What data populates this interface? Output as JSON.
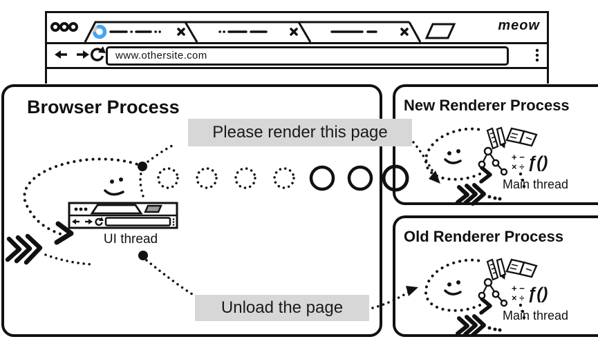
{
  "colors": {
    "ink": "#111111",
    "accent_blue": "#4ba3ec",
    "spinner_track": "#c8ccd0",
    "label_bg": "#d7d7d7"
  },
  "browser_window": {
    "url": "www.othersite.com",
    "brand": "meow"
  },
  "processes": {
    "browser": {
      "title": "Browser Process",
      "thread": "UI thread"
    },
    "new_renderer": {
      "title": "New Renderer Process",
      "thread": "Main thread"
    },
    "old_renderer": {
      "title": "Old Renderer Process",
      "thread": "Main thread"
    }
  },
  "messages": {
    "render": "Please render this page",
    "unload": "Unload the page"
  },
  "glyphs": {
    "math_row1": "+ −",
    "math_row2": "× ÷",
    "function": "ƒ()"
  }
}
